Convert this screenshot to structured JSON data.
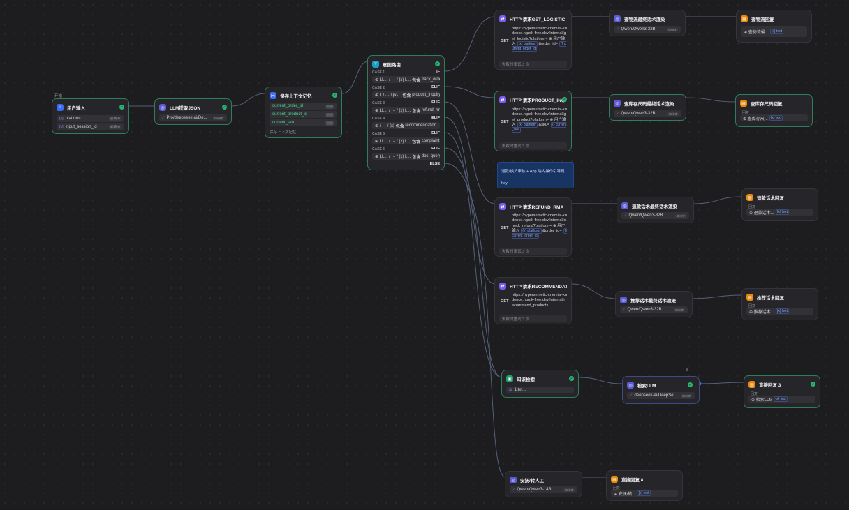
{
  "start": {
    "label": "开始",
    "title": "用户输入",
    "fields": [
      {
        "var": "{x}",
        "name": "platform",
        "tag": "必填 ⊕"
      },
      {
        "var": "{x}",
        "name": "input_session_id",
        "tag": "必填 ⊕"
      }
    ]
  },
  "llm_json": {
    "title": "LLM提取JSON",
    "model": "Pro/deepseek-ai/De...",
    "model_tag": "CHAT"
  },
  "save_ctx": {
    "title": "保存上下文记忆",
    "vars": [
      {
        "name": "current_order_id",
        "tag": "▒▒▒"
      },
      {
        "name": "current_product_id",
        "tag": "▒▒▒"
      },
      {
        "name": "current_sku",
        "tag": "▒▒▒"
      }
    ],
    "footer": "保存上下文记忆"
  },
  "router": {
    "title": "意图路由",
    "cases": [
      {
        "label": "CASE 1",
        "kw": "IF",
        "cond": "⊕ LL... / ··· / {x} L...",
        "op": "包含",
        "val": "track_order"
      },
      {
        "label": "CASE 2",
        "kw": "ELIF",
        "cond": "⊕ L / ··· / {x}...",
        "op": "包含",
        "val": "product_inquiry"
      },
      {
        "label": "CASE 3",
        "kw": "ELIF",
        "cond": "⊕ LL... / ··· / {x} L...",
        "op": "包含",
        "val": "refund_rma"
      },
      {
        "label": "CASE 4",
        "kw": "ELIF",
        "cond": "⊕ / ··· / {x}",
        "op": "包含",
        "val": "recommendation"
      },
      {
        "label": "CASE 5",
        "kw": "ELIF",
        "cond": "⊕ LL... / ··· / {x} L...",
        "op": "包含",
        "val": "complaint"
      },
      {
        "label": "CASE 6",
        "kw": "ELIF",
        "cond": "⊕ LL... / ··· / {x} L...",
        "op": "包含",
        "val": "doc_query"
      }
    ],
    "else_kw": "ELSE"
  },
  "http_nodes": [
    {
      "title": "HTTP 请求GET_LOGISTIC",
      "method": "GET",
      "url": "https://hypersemetic-cnemial-kudence.ngrok-free.dev/internal/get_logistic?platform=",
      "url_tail1": "⊕ 用户输入",
      "chip1": "{x} platform",
      "url_tail2": "&order_id=",
      "chip2": "{} current_order_id",
      "retry": "失败时重试 3 次"
    },
    {
      "title": "HTTP 请求PRODUCT_INQ",
      "method": "GET",
      "url": "https://hypersemetic-cnemial-kudence.ngrok-free.dev/internal/get_product?platform=",
      "url_tail1": "⊕ 用户输入",
      "chip1": "{x} platform",
      "url_tail2": "&sku=",
      "chip2": "{} current_sku",
      "retry": "失败时重试 3 次"
    },
    {
      "title": "HTTP 请求REFUND_RMA",
      "method": "GET",
      "url": "https://hypersemetic-cnemial-kudence.ngrok-free.dev/internal/check_refund?platform=",
      "url_tail1": "⊕ 用户输入",
      "chip1": "{x} platform",
      "url_tail2": "&order_id=",
      "chip2": "{} current_order_id",
      "retry": "失败时重试 3 次"
    },
    {
      "title": "HTTP 请求RECOMMENDATI",
      "method": "GET",
      "url": "https://hypersemetic-cnemial-kudence.ngrok-free.dev/internal/recommend_products",
      "url_tail1": "",
      "chip1": "",
      "url_tail2": "",
      "chip2": "",
      "retry": "失败时重试 3 次"
    }
  ],
  "llm_nodes": [
    {
      "title": "查物流最终话术渲染",
      "model": "Qwen/Qwen3-32B",
      "tag": "CHAT"
    },
    {
      "title": "查库存尺码最终话术渲染",
      "model": "Qwen/Qwen3-32B",
      "tag": "CHAT"
    },
    {
      "title": "退款话术最终话术渲染",
      "model": "Qwen/Qwen3-32B",
      "tag": "CHAT"
    },
    {
      "title": "推荐话术最终话术渲染",
      "model": "Qwen/Qwen3-32B",
      "tag": "CHAT"
    },
    {
      "title": "检索LLM",
      "model": "deepseek-ai/DeepSe...",
      "tag": "CHAT"
    },
    {
      "title": "安抚/转人工",
      "model": "Qwen/Qwen3-14B",
      "tag": "CHAT"
    }
  ],
  "answer_nodes": [
    {
      "title": "查物流回复",
      "label": "",
      "body": "⊕ 查物流最...",
      "chip": "{x} text"
    },
    {
      "title": "查库存尺码回复",
      "label": "回复",
      "body": "⊕ 查库存尺...",
      "chip": "{x} text"
    },
    {
      "title": "退款话术回复",
      "label": "回复",
      "body": "⊕ 退款话术...",
      "chip": "{x} text"
    },
    {
      "title": "推荐话术回复",
      "label": "回复",
      "body": "⊕ 推荐话术...",
      "chip": "{x} text"
    },
    {
      "title": "直接回复 3",
      "label": "回复",
      "body": "⊕ 检索LLM",
      "chip": "{x} text"
    },
    {
      "title": "直接回复 8",
      "label": "回复",
      "body": "⊕ 安抚/转...",
      "chip": "{x} text"
    }
  ],
  "knowledge": {
    "title": "知识检索",
    "item": "1.txt..."
  },
  "note": {
    "line1": "退款/换货审核 + App 端内操作引导员",
    "line2": "hay"
  },
  "retrieval_pager": "8 ···"
}
